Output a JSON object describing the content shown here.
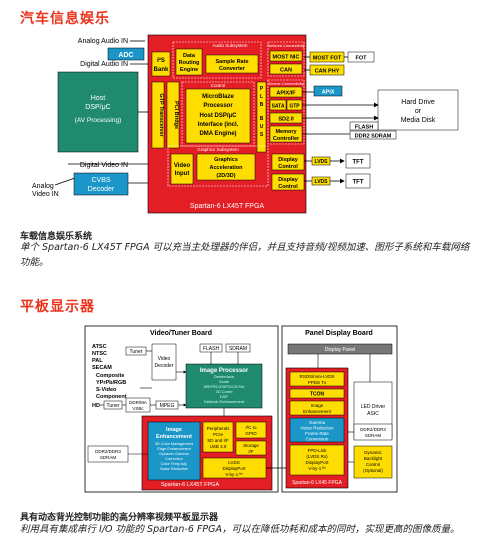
{
  "section1": {
    "title": "汽车信息娱乐",
    "caption_title": "车载信息娱乐系统",
    "caption_text": "单个 Spartan-6 LX45T FPGA 可以充当主处理器的伴侣，并且支持音频/视频加速、图形子系统和车载网络功能。"
  },
  "diagram1": {
    "inputs": {
      "analog_audio": "Analog Audio IN",
      "digital_audio": "Digital Audio IN",
      "digital_video": "Digital Video IN",
      "analog_video_1": "Analog",
      "analog_video_2": "Video IN"
    },
    "adc": "ADC",
    "host": {
      "l1": "Host",
      "l2": "DSP/μC",
      "l3": "(AV Processing)"
    },
    "cvbs": {
      "l1": "CVBS",
      "l2": "Decoder"
    },
    "i2s": {
      "l1": "I²S",
      "l2": "Bank"
    },
    "audio_subsystem": "Audio Subsystem",
    "data_routing": {
      "l1": "Data",
      "l2": "Routing",
      "l3": "Engine"
    },
    "src": {
      "l1": "Sample Rate",
      "l2": "Converter"
    },
    "network_conn": "Network Connectivity",
    "most_nic": "MOST NIC",
    "can": "CAN",
    "most_fot": "MOST FOT",
    "fot": "FOT",
    "can_phy": "CAN PHY",
    "pci_bridge": "PCI Bridge",
    "gtp_transceiver": "GTP Transceiver",
    "control": "Control",
    "microblaze": {
      "l1": "MicroBlaze",
      "l2": "Processor",
      "l3": "Host DSP/μC",
      "l4": "Interface (incl.",
      "l5": "DMA Engine)"
    },
    "plb": "P L B B U S",
    "device_conn": "Device Connectivity",
    "apix_if": "APIX/IF",
    "sata": "SATA",
    "gtp": "GTP",
    "sd": "SD2.0",
    "mem_ctrl": {
      "l1": "Memory",
      "l2": "Controller"
    },
    "apix": "APIX",
    "hdd": {
      "l1": "Hard Drive",
      "l2": "or",
      "l3": "Media Disk"
    },
    "flash": "FLASH",
    "ddr2": "DDR2 SDRAM",
    "graphics_sub": "Graphics Subsystem",
    "video_input": {
      "l1": "Video",
      "l2": "Input"
    },
    "graphics_accel": {
      "l1": "Graphics",
      "l2": "Acceleration",
      "l3": "(2D/3D)"
    },
    "display_ctrl1": {
      "l1": "Display",
      "l2": "Control"
    },
    "display_ctrl2": {
      "l1": "Display",
      "l2": "Control"
    },
    "lvds": "LVDS",
    "tft": "TFT",
    "fpga": "Spartan-6 LX45T FPGA"
  },
  "section2": {
    "title": "平板显示器",
    "caption_title": "具有动态背光控制功能的高分辨率视频平板显示器",
    "caption_text": "利用具有集成串行 I/O 功能的 Spartan-6 FPGA，可以在降低功耗和成本的同时，实现更高的图像质量。"
  },
  "diagram2": {
    "video_board": "Video/Tuner Board",
    "panel_board": "Panel Display Board",
    "inputs": [
      "ATSC",
      "NTSC",
      "PAL",
      "SECAM",
      "Composite",
      "YPrPb/RGB",
      "S-Video",
      "Component",
      "HD"
    ],
    "tuner1": "Tuner",
    "tuner2": "Tuner",
    "video_decoder": {
      "l1": "Video",
      "l2": "Decoder"
    },
    "flash": "FLASH",
    "sdram": "SDRAM",
    "image_processor": "Image Processor",
    "ip_lines": [
      "Deinterlace",
      "Scale",
      "NR/FRC/DSP/DCE/Vid",
      "3D Comb",
      "DSP",
      "Deblock Enhancement"
    ],
    "ddr_1": "DDR/MA",
    "ddr_2": "VSBc",
    "mpeg": "MPEG",
    "image_enh": {
      "l1": "Image",
      "l2": "Enhancement"
    },
    "ie_lines": [
      "3D Color Management",
      "Edge Enhancement",
      "Dynamic Gamma",
      "Correction",
      "Color Temp Adj.",
      "Noise Reduction"
    ],
    "periph": {
      "l1": "Peripherals",
      "l2": "PCIe",
      "l3": "SD and I/F",
      "l4": "USB 3.0"
    },
    "i2c": {
      "l1": "I²C to",
      "l2": "GPIO"
    },
    "storage": {
      "l1": "Storage",
      "l2": "I/F"
    },
    "lvds_dp": {
      "l1": "LVDS",
      "l2": "DisplayPort",
      "l3": "V-by-1™"
    },
    "ddr_left": {
      "l1": "DDR2/DDR3",
      "l2": "SDRAM"
    },
    "fpga_left": "Spartan-6 LX45T FPGA",
    "display_panel": "Display Panel",
    "rsds": {
      "l1": "RSDS/mini-LVDS",
      "l2": "PPDS Tx"
    },
    "tcon": "TCON",
    "img_enh2": {
      "l1": "Image",
      "l2": "Enhancement"
    },
    "gamma": {
      "l1": "Gamma",
      "l2": "Noise Reduction",
      "l3": "Frame Rate",
      "l4": "Conversion"
    },
    "fpd_link": {
      "l1": "FPD-Link",
      "l2": "(LVDS Rx)",
      "l3": "DisplayPort",
      "l4": "V-by-1™"
    },
    "led_driver": {
      "l1": "LED Driver",
      "l2": "ASIC"
    },
    "ddr_right": {
      "l1": "DDR2/DDR3",
      "l2": "SDRAM"
    },
    "backlight": {
      "l1": "Dynamic",
      "l2": "Backlight",
      "l3": "Control",
      "l4": "(Optional)"
    },
    "fpga_right": "Spartan-6 LX45 FPGA"
  }
}
